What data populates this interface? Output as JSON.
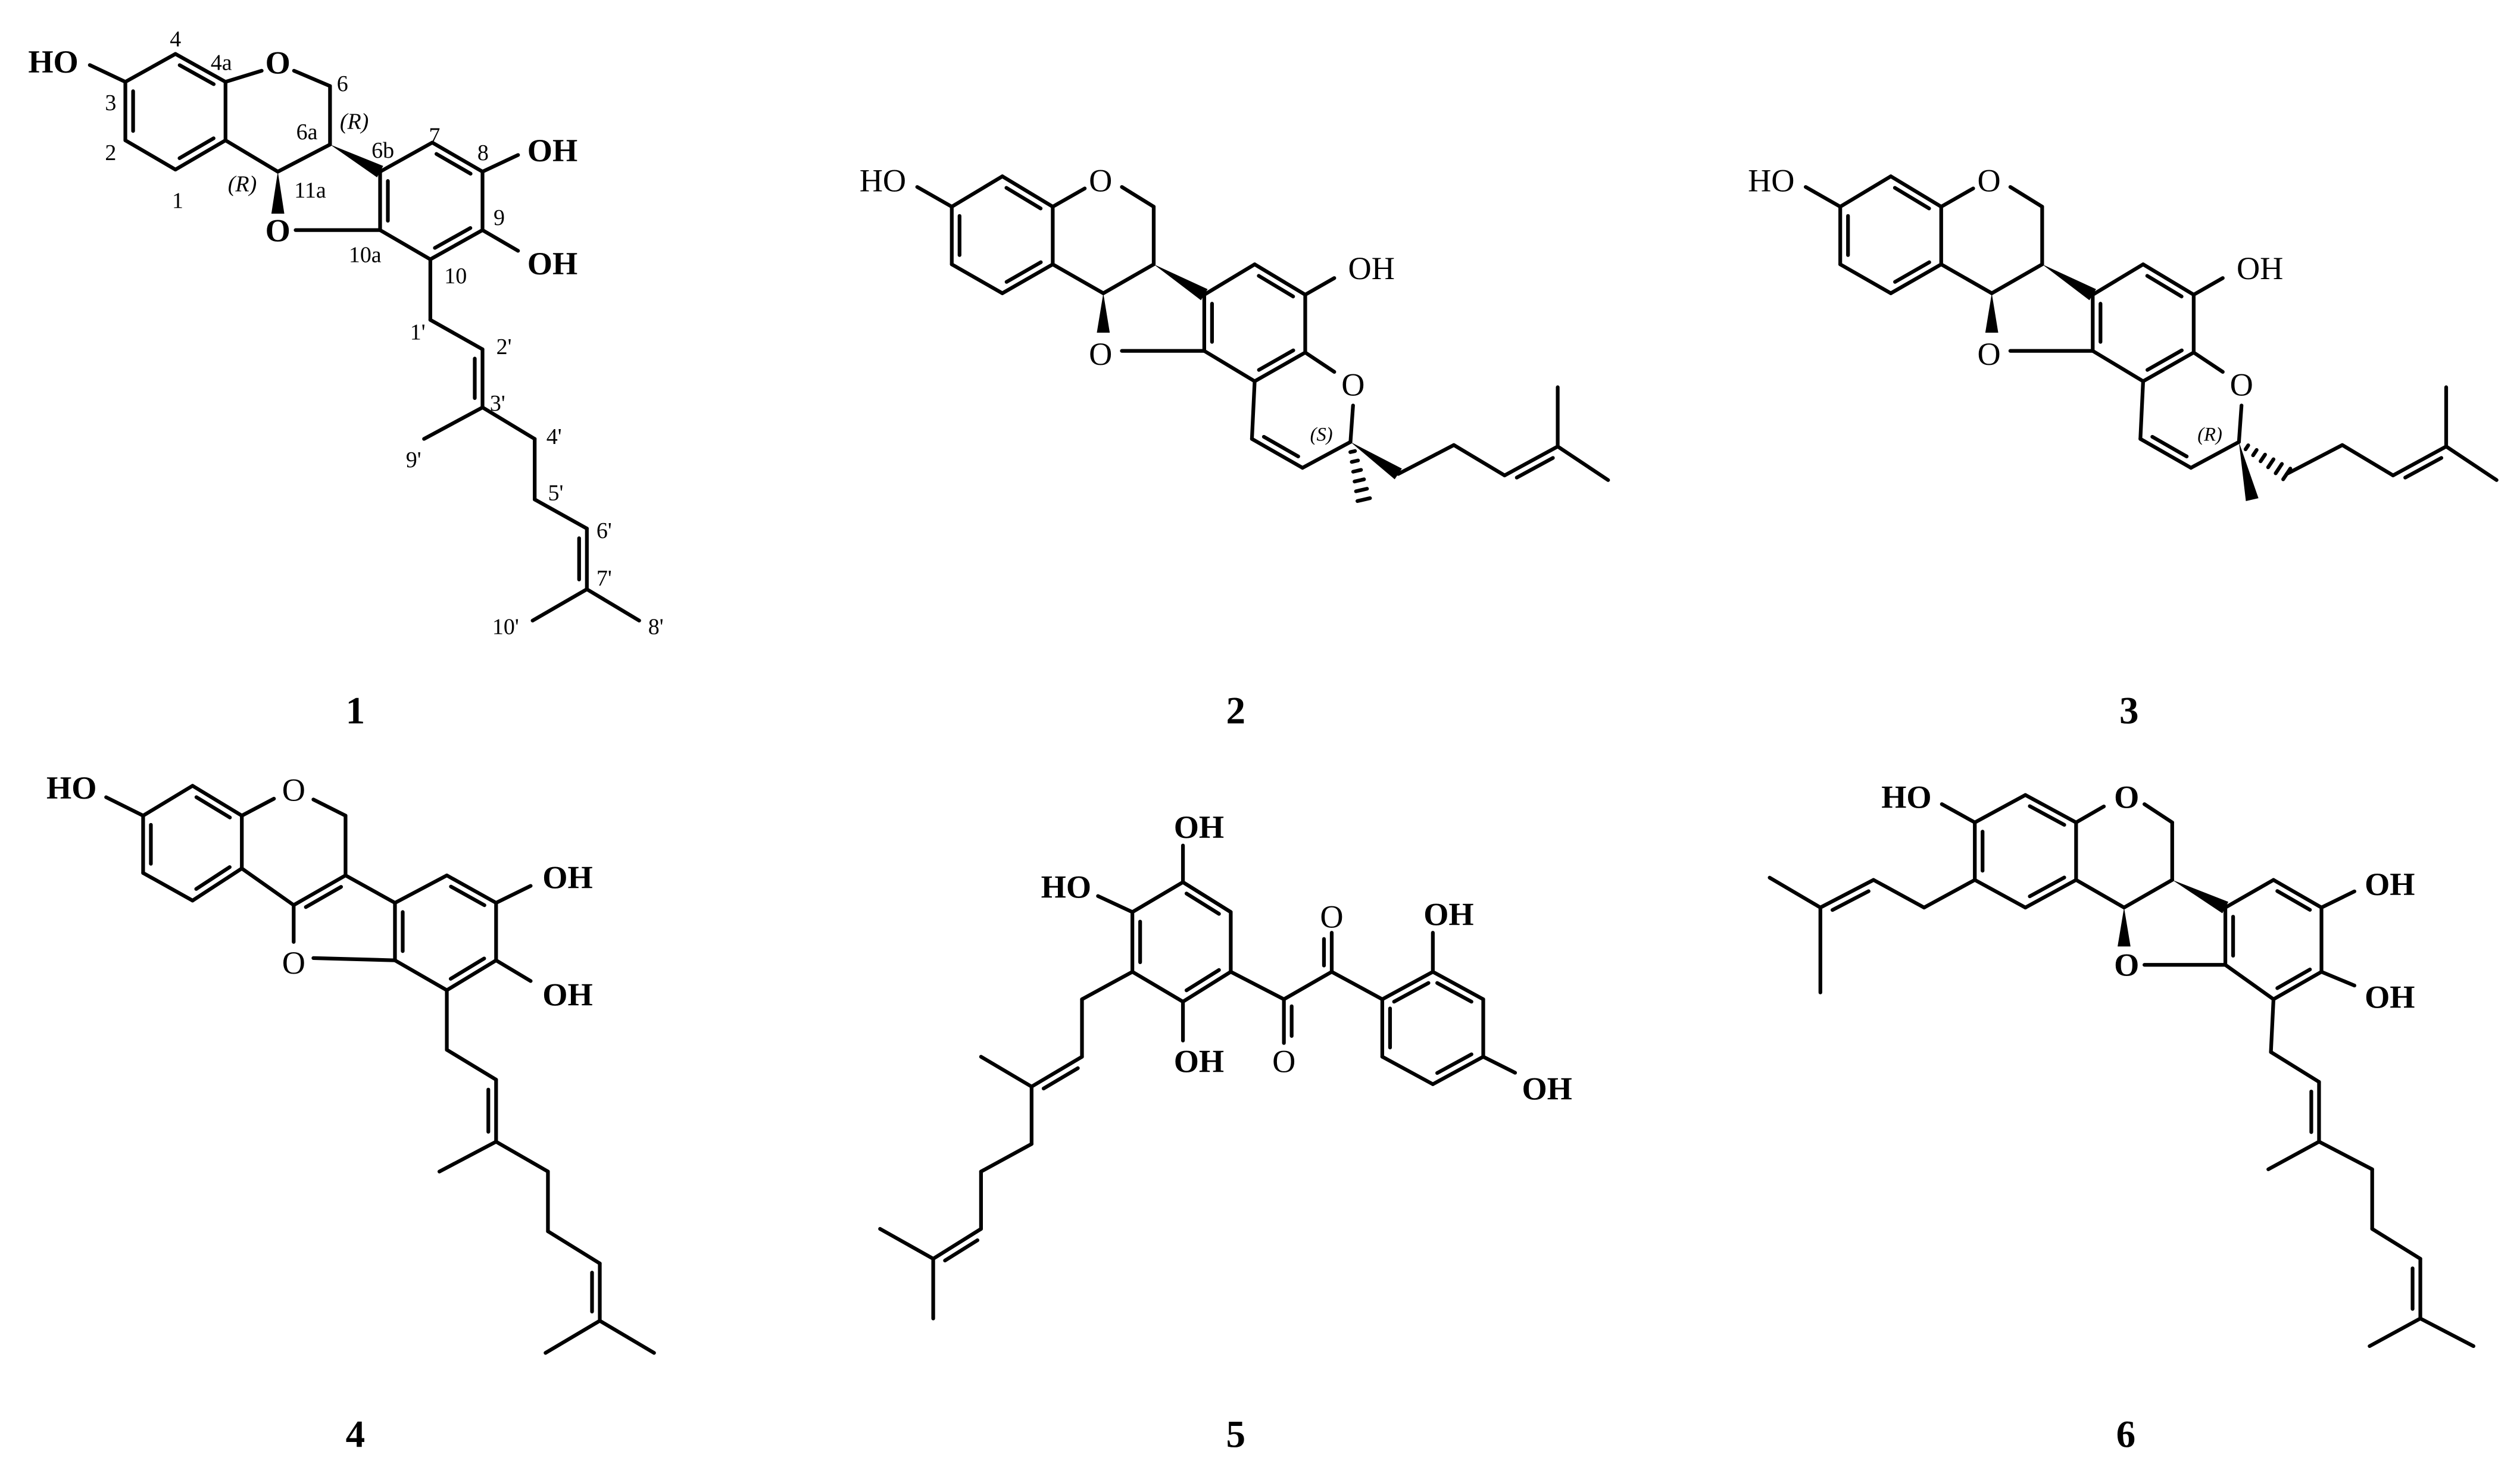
{
  "figure": {
    "compound_numbers": [
      "1",
      "2",
      "3",
      "4",
      "5",
      "6"
    ],
    "groups": {
      "hydroxyl_left": "HO",
      "hydroxyl_right": "OH",
      "oxygen": "O"
    },
    "compound_1_locants": {
      "c4": "4",
      "c4a": "4a",
      "c6": "6",
      "c3": "3",
      "c2": "2",
      "c1": "1",
      "c6a": "6a",
      "c7": "7",
      "c6b": "6b",
      "c8": "8",
      "c11a": "11a",
      "c9": "9",
      "c10a": "10a",
      "c10": "10",
      "c1p": "1'",
      "c2p": "2'",
      "c3p": "3'",
      "c4p": "4'",
      "c9p": "9'",
      "c5p": "5'",
      "c6p": "6'",
      "c7p": "7'",
      "c10p": "10'",
      "c8p": "8'"
    },
    "stereo_descriptors": {
      "compound_1_6a": "(R)",
      "compound_1_11a": "(R)",
      "compound_2_c2": "(S)",
      "compound_3_c2": "(R)"
    }
  }
}
